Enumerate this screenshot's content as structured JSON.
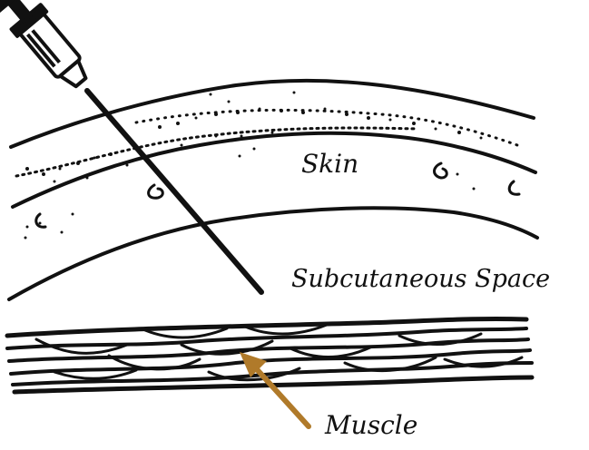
{
  "labels": {
    "skin": "Skin",
    "subcutaneous": "Subcutaneous Space",
    "muscle": "Muscle"
  },
  "colors": {
    "ink": "#111111",
    "arrow": "#b07a2a",
    "background": "#ffffff"
  },
  "icons": {
    "syringe": "syringe-icon",
    "needle": "needle-icon",
    "arrow": "arrow-icon"
  }
}
